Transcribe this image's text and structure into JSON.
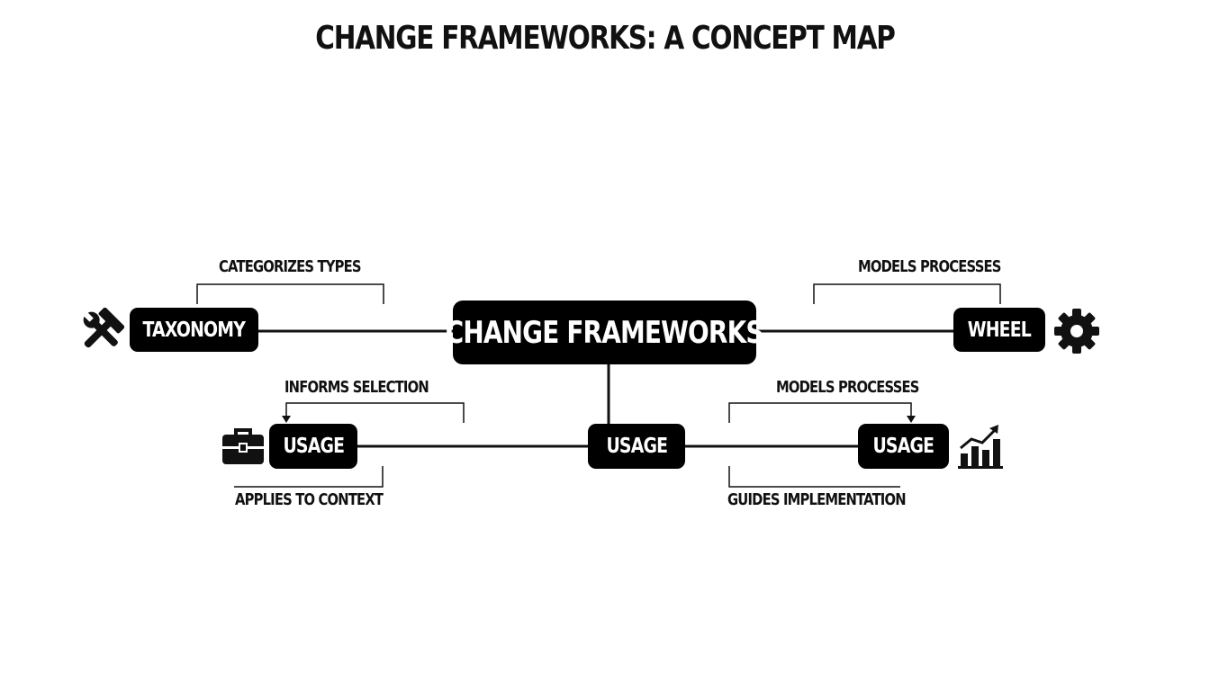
{
  "title": "CHANGE FRAMEWORKS: A CONCEPT MAP",
  "nodes": {
    "center": "CHANGE FRAMEWORKS",
    "taxonomy": "TAXONOMY",
    "wheel": "WHEEL",
    "usage_left": "USAGE",
    "usage_center": "USAGE",
    "usage_right": "USAGE"
  },
  "labels": {
    "categorizes": "CATEGORIZES TYPES",
    "models_top": "MODELS PROCESSES",
    "informs": "INFORMS SELECTION",
    "models_bottom": "MODELS PROCESSES",
    "applies": "APPLIES TO CONTEXT",
    "guides": "GUIDES IMPLEMENTATION"
  },
  "icons": [
    "tools-icon",
    "gear-icon",
    "briefcase-icon",
    "growth-chart-icon"
  ],
  "colors": {
    "node": "#000000",
    "text": "#111111",
    "background": "#ffffff"
  }
}
